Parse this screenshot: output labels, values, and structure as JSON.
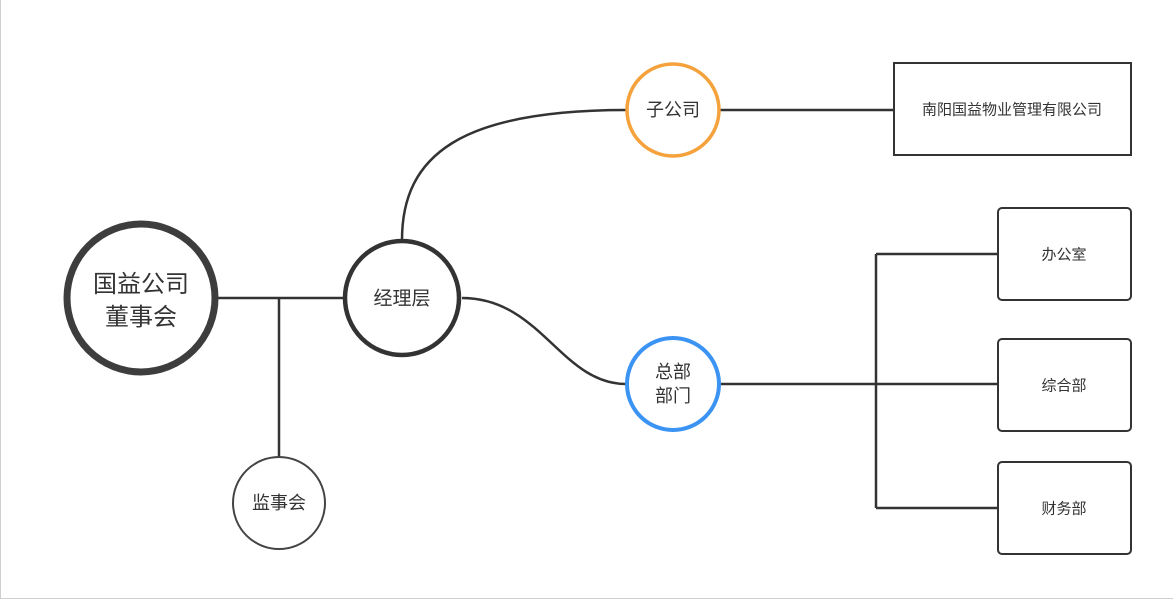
{
  "diagram": {
    "nodes": {
      "board": {
        "lines": [
          "国益公司",
          "董事会"
        ],
        "border_color": "#3d3d3d"
      },
      "management": {
        "lines": [
          "经理层"
        ],
        "border_color": "#333333"
      },
      "supervisory": {
        "lines": [
          "监事会"
        ],
        "border_color": "#444444"
      },
      "subsidiary": {
        "lines": [
          "子公司"
        ],
        "border_color": "#f5a23c"
      },
      "headquarters": {
        "lines": [
          "总部",
          "部门"
        ],
        "border_color": "#3b93f3"
      },
      "property_company": {
        "lines": [
          "南阳国益物业管理有限公司"
        ],
        "border_color": "#333333"
      },
      "office": {
        "lines": [
          "办公室"
        ],
        "border_color": "#333333"
      },
      "general_dept": {
        "lines": [
          "综合部"
        ],
        "border_color": "#333333"
      },
      "finance_dept": {
        "lines": [
          "财务部"
        ],
        "border_color": "#333333"
      }
    },
    "connector_color": "#333333"
  }
}
